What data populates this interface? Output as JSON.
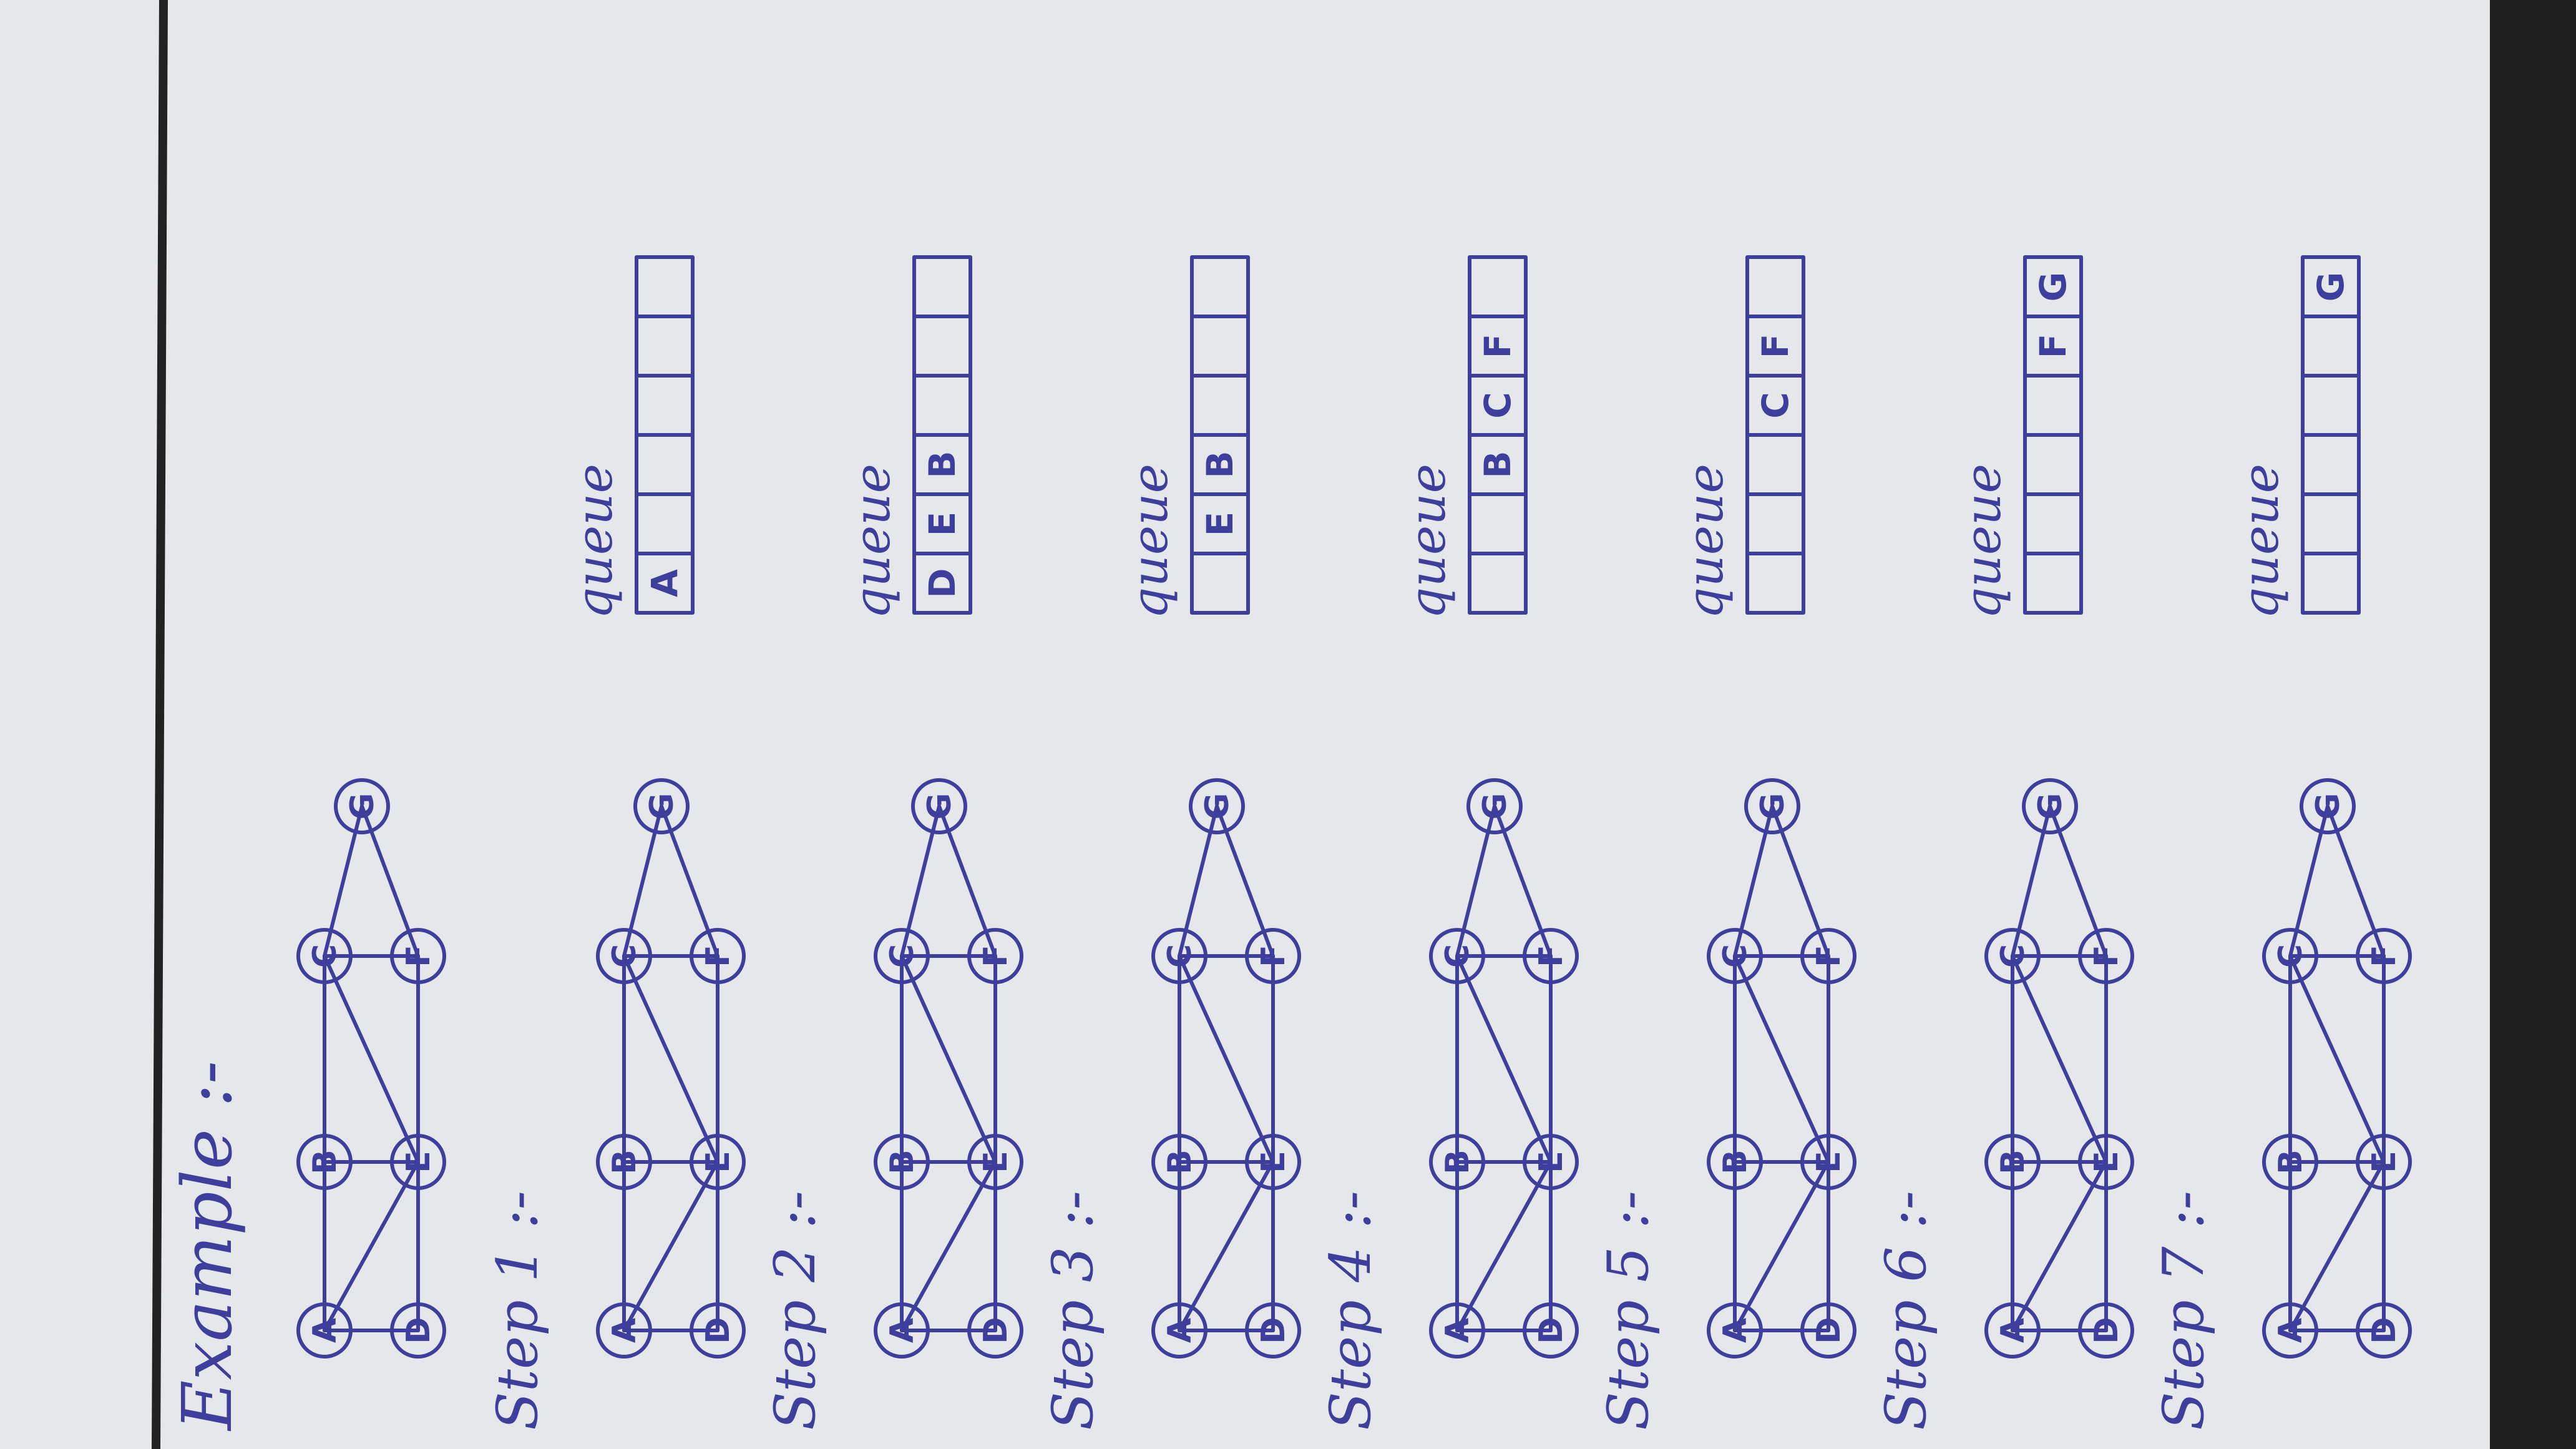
{
  "title": "Example :-",
  "queue_label": "queue",
  "colors": {
    "ink": "#3e3f9c",
    "paper": "#e6e7ea",
    "margin_line": "#222222"
  },
  "graph": {
    "nodes": [
      "A",
      "B",
      "C",
      "D",
      "E",
      "F",
      "G"
    ],
    "edges": [
      [
        "A",
        "B"
      ],
      [
        "A",
        "D"
      ],
      [
        "A",
        "E"
      ],
      [
        "B",
        "C"
      ],
      [
        "B",
        "E"
      ],
      [
        "C",
        "E"
      ],
      [
        "C",
        "G"
      ],
      [
        "D",
        "E"
      ],
      [
        "E",
        "F"
      ],
      [
        "C",
        "F"
      ],
      [
        "F",
        "G"
      ]
    ]
  },
  "steps": [
    {
      "label": "Step 1 :-",
      "queue": [
        "A",
        "",
        "",
        "",
        "",
        ""
      ]
    },
    {
      "label": "Step 2 :-",
      "queue": [
        "D",
        "E",
        "B",
        "",
        "",
        ""
      ]
    },
    {
      "label": "Step 3 :-",
      "queue": [
        "",
        "E",
        "B",
        "",
        "",
        ""
      ]
    },
    {
      "label": "Step 4 :-",
      "queue": [
        "",
        "",
        "B",
        "C",
        "F",
        ""
      ]
    },
    {
      "label": "Step 5 :-",
      "queue": [
        "",
        "",
        "",
        "C",
        "F",
        ""
      ]
    },
    {
      "label": "Step 6 :-",
      "queue": [
        "",
        "",
        "",
        "",
        "F",
        "G"
      ]
    },
    {
      "label": "Step 7 :-",
      "queue": [
        "",
        "",
        "",
        "",
        "",
        "G"
      ]
    }
  ]
}
